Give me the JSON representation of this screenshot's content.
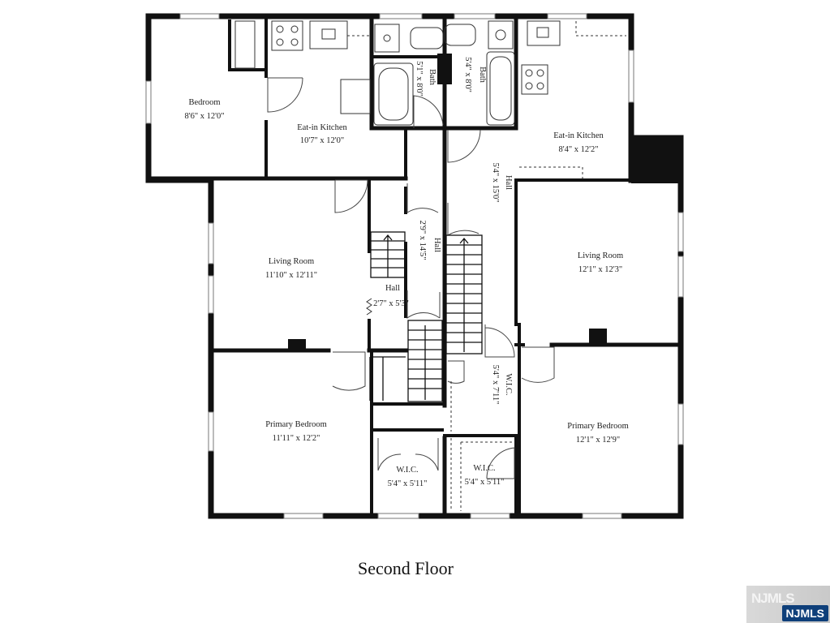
{
  "floor_title": "Second Floor",
  "watermark": {
    "ghost": "NJMLS",
    "badge": "NJMLS"
  },
  "rooms": {
    "bedroom": {
      "name": "Bedroom",
      "dims": "8'6\" x 12'0\""
    },
    "kitchen_left": {
      "name": "Eat-in Kitchen",
      "dims": "10'7\" x 12'0\""
    },
    "bath_left": {
      "name": "Bath",
      "dims": "5'1\" x 8'0\""
    },
    "bath_right": {
      "name": "Bath",
      "dims": "5'4\" x 8'0\""
    },
    "kitchen_right": {
      "name": "Eat-in Kitchen",
      "dims": "8'4\" x 12'2\""
    },
    "hall_right": {
      "name": "Hall",
      "dims": "5'4\" x 15'0\""
    },
    "hall_left": {
      "name": "Hall",
      "dims": "2'9\" x 14'5\""
    },
    "living_left": {
      "name": "Living Room",
      "dims": "11'10\" x 12'11\""
    },
    "living_right": {
      "name": "Living Room",
      "dims": "12'1\" x 12'3\""
    },
    "hall_small": {
      "name": "Hall",
      "dims": "2'7\" x 5'3\""
    },
    "wic_center": {
      "name": "W.I.C.",
      "dims": "5'4\" x 7'11\""
    },
    "primary_left": {
      "name": "Primary Bedroom",
      "dims": "11'11\" x 12'2\""
    },
    "primary_right": {
      "name": "Primary Bedroom",
      "dims": "12'1\" x 12'9\""
    },
    "wic_left": {
      "name": "W.I.C.",
      "dims": "5'4\" x 5'11\""
    },
    "wic_right": {
      "name": "W.I.C.",
      "dims": "5'4\" x 5'11\""
    }
  }
}
